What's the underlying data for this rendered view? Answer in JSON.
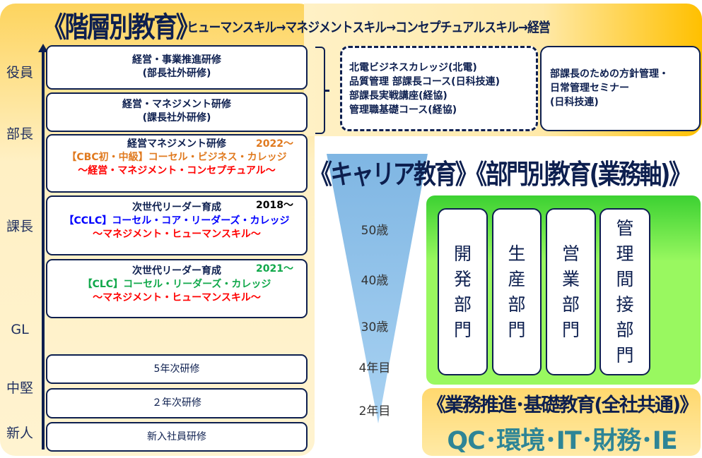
{
  "hierarchy": {
    "title": "《階層別教育》",
    "subtitle": "ヒューマンスキル→マネジメントスキル→コンセプチュアルスキル→経営",
    "levels": [
      "役員",
      "部長",
      "課長",
      "GL",
      "中堅",
      "新人"
    ],
    "programs": [
      {
        "line1": "経営・事業推進研修",
        "line2": "(部長社外研修)"
      },
      {
        "line1": "経営・マネジメント研修",
        "line2": "(課長社外研修)"
      },
      {
        "line1": "経営マネジメント研修",
        "year": "2022～",
        "line2": "【CBC初・中級】コーセル・ビジネス・カレッジ",
        "line3": "～経営・マネジメント・コンセプチュアル～"
      },
      {
        "line1": "次世代リーダー育成",
        "year": "2018～",
        "line2": "【CCLC】コーセル・コア・リーダーズ・カレッジ",
        "line3": "～マネジメント・ヒューマンスキル～"
      },
      {
        "line1": "次世代リーダー育成",
        "year": "2021～",
        "line2": "【CLC】コーセル・リーダーズ・カレッジ",
        "line3": "～マネジメント・ヒューマンスキル～"
      },
      {
        "line1": "5年次研修"
      },
      {
        "line1": "２年次研修"
      },
      {
        "line1": "新入社員研修"
      }
    ],
    "external_courses": [
      "北電ビジネスカレッジ(北電)",
      "品質管理 部課長コース(日科技連)",
      "部課長実戦講座(経協)",
      "管理職基礎コース(経協)"
    ],
    "seminar": [
      "部課長のための方針管理・",
      "日常管理セミナー",
      "(日科技連)"
    ]
  },
  "career": {
    "title": "《キャリア教育》《部門別教育(業務軸)》",
    "ages": [
      "50歳",
      "40歳",
      "30歳",
      "4年目",
      "2年目"
    ]
  },
  "departments": [
    [
      "開",
      "発",
      "部",
      "門"
    ],
    [
      "生",
      "産",
      "部",
      "門"
    ],
    [
      "営",
      "業",
      "部",
      "門"
    ],
    [
      "管",
      "理",
      "間",
      "接",
      "部",
      "門"
    ]
  ],
  "basic": {
    "title": "《業務推進･基礎教育(全社共通)》",
    "topics": "QC･環境･IT･財務･IE"
  },
  "colors": {
    "navy": "#0d1f4f",
    "orange": "#e07a1f",
    "red": "#ff0000",
    "blue": "#0000ff",
    "green": "#10a84a",
    "teal": "#2e8596"
  }
}
